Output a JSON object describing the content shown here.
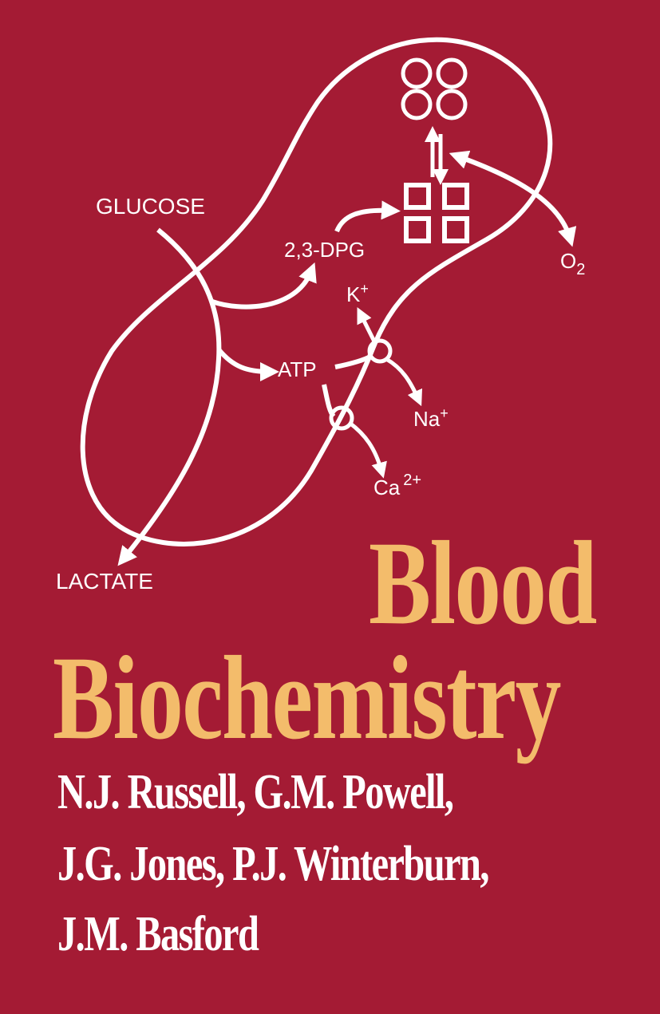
{
  "cover": {
    "background_color": "#a41b34",
    "title_color": "#f3bc6b",
    "diagram_color": "#ffffff"
  },
  "diagram": {
    "glucose": "GLUCOSE",
    "lactate": "LACTATE",
    "dpg": "2,3-DPG",
    "atp": "ATP",
    "k_base": "K",
    "k_sup": "+",
    "na_base": "Na",
    "na_sup": "+",
    "ca_base": "Ca",
    "ca_sup": "2+",
    "o_base": "O",
    "o_sub": "2"
  },
  "title": {
    "line1": "Blood",
    "line2": "Biochemistry"
  },
  "authors": {
    "line1": "N.J. Russell, G.M. Powell,",
    "line2": "J.G. Jones, P.J. Winterburn,",
    "line3": "J.M. Basford"
  }
}
